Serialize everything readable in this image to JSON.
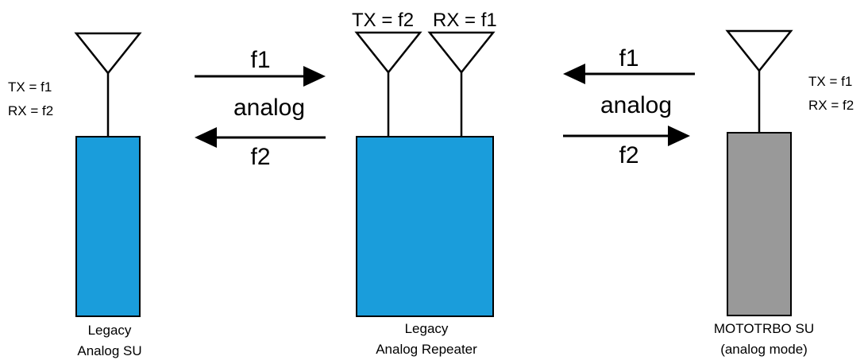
{
  "colors": {
    "legacy_device": "#1a9ddb",
    "mototrbo_device": "#999999",
    "outline": "#000000"
  },
  "left_device": {
    "tx_label": "TX = f1",
    "rx_label": "RX = f2",
    "name_line1": "Legacy",
    "name_line2": "Analog SU"
  },
  "center_device": {
    "tx_label": "TX = f2",
    "rx_label": "RX = f1",
    "name_line1": "Legacy",
    "name_line2": "Analog Repeater"
  },
  "right_device": {
    "tx_label": "TX = f1",
    "rx_label": "RX = f2",
    "name_line1": "MOTOTRBO SU",
    "name_line2": "(analog mode)"
  },
  "left_link": {
    "upper_freq": "f1",
    "mode": "analog",
    "lower_freq": "f2"
  },
  "right_link": {
    "upper_freq": "f1",
    "mode": "analog",
    "lower_freq": "f2"
  }
}
